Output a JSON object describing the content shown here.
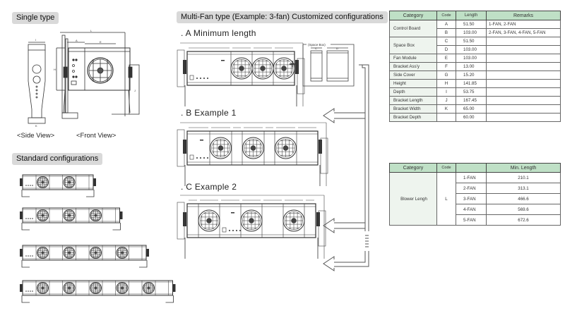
{
  "sections": {
    "single_type": "Single type",
    "standard_configurations": "Standard configurations",
    "multi_fan": "Multi-Fan type (Example: 3-fan) Customized configurations"
  },
  "captions": {
    "side_view": "<Side View>",
    "front_view": "<Front View>",
    "space_box": "(Space Box)",
    "plus": "+"
  },
  "examples": [
    {
      "label": ". A  Minimum  length"
    },
    {
      "label": ". B  Example  1"
    },
    {
      "label": ". C  Example  2"
    }
  ],
  "dimension_letters": {
    "L": "L",
    "A": "A",
    "B": "B",
    "C": "C",
    "D": "D",
    "E": "E",
    "F": "F",
    "G": "G",
    "H": "H",
    "I": "I",
    "J": "J",
    "K": "K"
  },
  "standard_configurations": [
    {
      "fans": 2
    },
    {
      "fans": 3
    },
    {
      "fans": 4
    },
    {
      "fans": 5
    }
  ],
  "spec_table": {
    "headers": [
      "Category",
      "Code",
      "Length",
      "Remarks"
    ],
    "groups": [
      {
        "category": "Control Board",
        "rows": [
          {
            "code": "A",
            "length": "51.50",
            "remarks": "1-FAN, 2-FAN"
          },
          {
            "code": "B",
            "length": "103.00",
            "remarks": "2-FAN, 3-FAN, 4-FAN, 5-FAN"
          }
        ]
      },
      {
        "category": "Space Box",
        "rows": [
          {
            "code": "C",
            "length": "51.50",
            "remarks": ""
          },
          {
            "code": "D",
            "length": "103.00",
            "remarks": ""
          }
        ]
      },
      {
        "category": "Fan Module",
        "rows": [
          {
            "code": "E",
            "length": "103.00",
            "remarks": ""
          }
        ]
      },
      {
        "category": "Bracket Ass'y",
        "rows": [
          {
            "code": "F",
            "length": "13.00",
            "remarks": ""
          }
        ]
      },
      {
        "category": "Side Cover",
        "rows": [
          {
            "code": "G",
            "length": "15.20",
            "remarks": ""
          }
        ]
      },
      {
        "category": "Height",
        "rows": [
          {
            "code": "H",
            "length": "141.85",
            "remarks": ""
          }
        ]
      },
      {
        "category": "Depth",
        "rows": [
          {
            "code": "I",
            "length": "53.75",
            "remarks": ""
          }
        ]
      },
      {
        "category": "Bracket Length",
        "rows": [
          {
            "code": "J",
            "length": "167.45",
            "remarks": ""
          }
        ]
      },
      {
        "category": "Bracket Width",
        "rows": [
          {
            "code": "K",
            "length": "65.00",
            "remarks": ""
          }
        ]
      },
      {
        "category": "Bracket Depth",
        "rows": [
          {
            "code": "",
            "length": "60.00",
            "remarks": ""
          }
        ]
      }
    ]
  },
  "length_table": {
    "headers": [
      "Category",
      "Code",
      "",
      "Min. Length"
    ],
    "category": "Blower Lengh",
    "code": "L",
    "rows": [
      {
        "fans": "1-FAN",
        "min_length": "210.1"
      },
      {
        "fans": "2-FAN",
        "min_length": "313.1"
      },
      {
        "fans": "3-FAN",
        "min_length": "466.6"
      },
      {
        "fans": "4-FAN",
        "min_length": "569.6"
      },
      {
        "fans": "5-FAN",
        "min_length": "672.6"
      }
    ]
  }
}
